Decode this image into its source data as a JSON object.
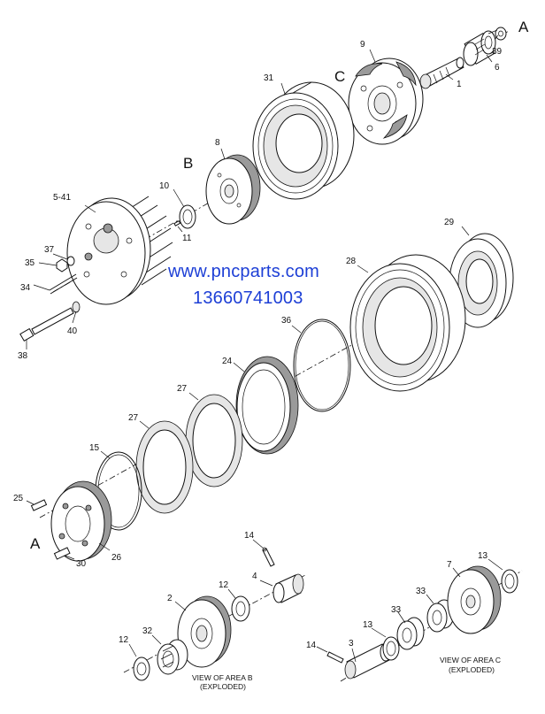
{
  "watermark": {
    "site": "www.pncparts.com",
    "phone": "13660741003"
  },
  "callouts": {
    "c1": "1",
    "c2": "2",
    "c3": "3",
    "c4": "4",
    "c6": "6",
    "c7": "7",
    "c8": "8",
    "c9": "9",
    "c10": "10",
    "c11": "11",
    "c12a": "12",
    "c12b": "12",
    "c13a": "13",
    "c13b": "13",
    "c14a": "14",
    "c14b": "14",
    "c15": "15",
    "c24": "24",
    "c25": "25",
    "c26": "26",
    "c27a": "27",
    "c27b": "27",
    "c28": "28",
    "c29": "29",
    "c30": "30",
    "c31": "31",
    "c32": "32",
    "c33a": "33",
    "c33b": "33",
    "c34": "34",
    "c35": "35",
    "c36": "36",
    "c37": "37",
    "c38": "38",
    "c39": "39",
    "c40": "40",
    "c5_41": "5-41"
  },
  "area_letters": {
    "a_top": "A",
    "a_bottom": "A",
    "b": "B",
    "c": "C"
  },
  "captions": {
    "area_b_line1": "VIEW OF AREA B",
    "area_b_line2": "(EXPLODED)",
    "area_c_line1": "VIEW OF AREA C",
    "area_c_line2": "(EXPLODED)"
  }
}
